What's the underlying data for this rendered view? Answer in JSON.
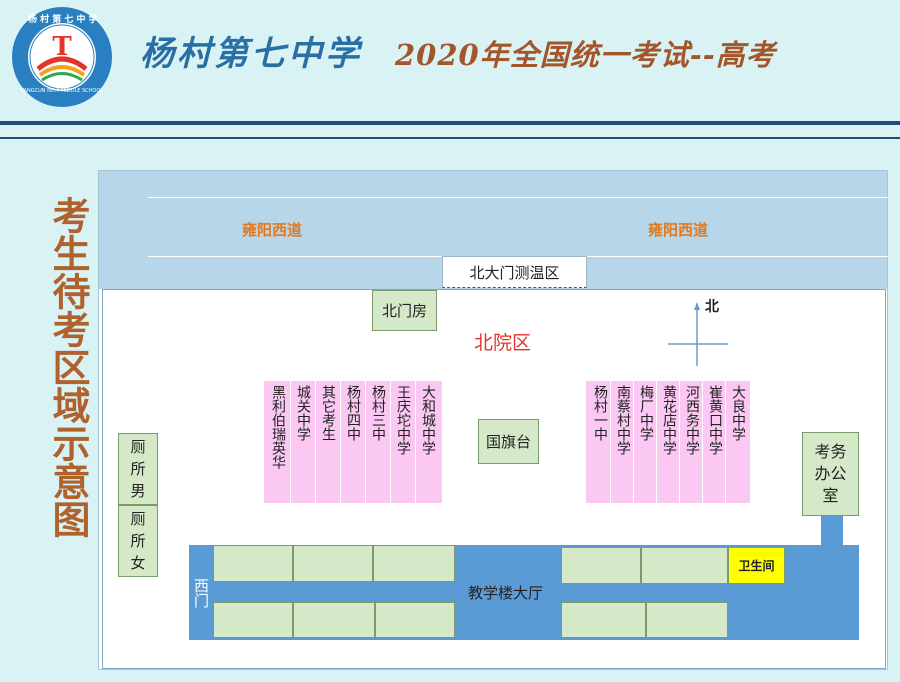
{
  "header": {
    "school_title": "杨村第七中学",
    "exam_title": "2020年全国统一考试--高考",
    "logo": {
      "top_text": "杨 村 第 七 中 学",
      "ring_text": "YANGCUN NO.7 MIDDLE SCHOOL"
    }
  },
  "side_caption": "考生待考区域示意图",
  "map": {
    "road_left": "雍阳西道",
    "road_right": "雍阳西道",
    "north_gate_temp": "北大门测温区",
    "north_gate_room": "北门房",
    "north_yard": "北院区",
    "compass": "北",
    "flag_platform": "国旗台",
    "exam_office": "考务办公室",
    "toilet_men": "厕所男",
    "toilet_women": "厕所女",
    "west_gate": "西门",
    "hall": "教学楼大厅",
    "restroom": "卫生间",
    "left_schools": [
      "黑利伯瑞英华",
      "城关中学",
      "其它考生",
      "杨村四中",
      "杨村三中",
      "王庆坨中学",
      "大和城中学"
    ],
    "right_schools": [
      "杨村一中",
      "南蔡村中学",
      "梅厂中学",
      "黄花店中学",
      "河西务中学",
      "崔黄口中学",
      "大良中学"
    ]
  },
  "colors": {
    "school_title": "#2a6fa3",
    "exam_title": "#a4552a",
    "road_label": "#e07a1d",
    "yard_label": "#e0352b",
    "pink_zone": "#fac8f2",
    "building": "#5b9bd5",
    "room": "#d5e8c8",
    "restroom": "#ffff00"
  }
}
